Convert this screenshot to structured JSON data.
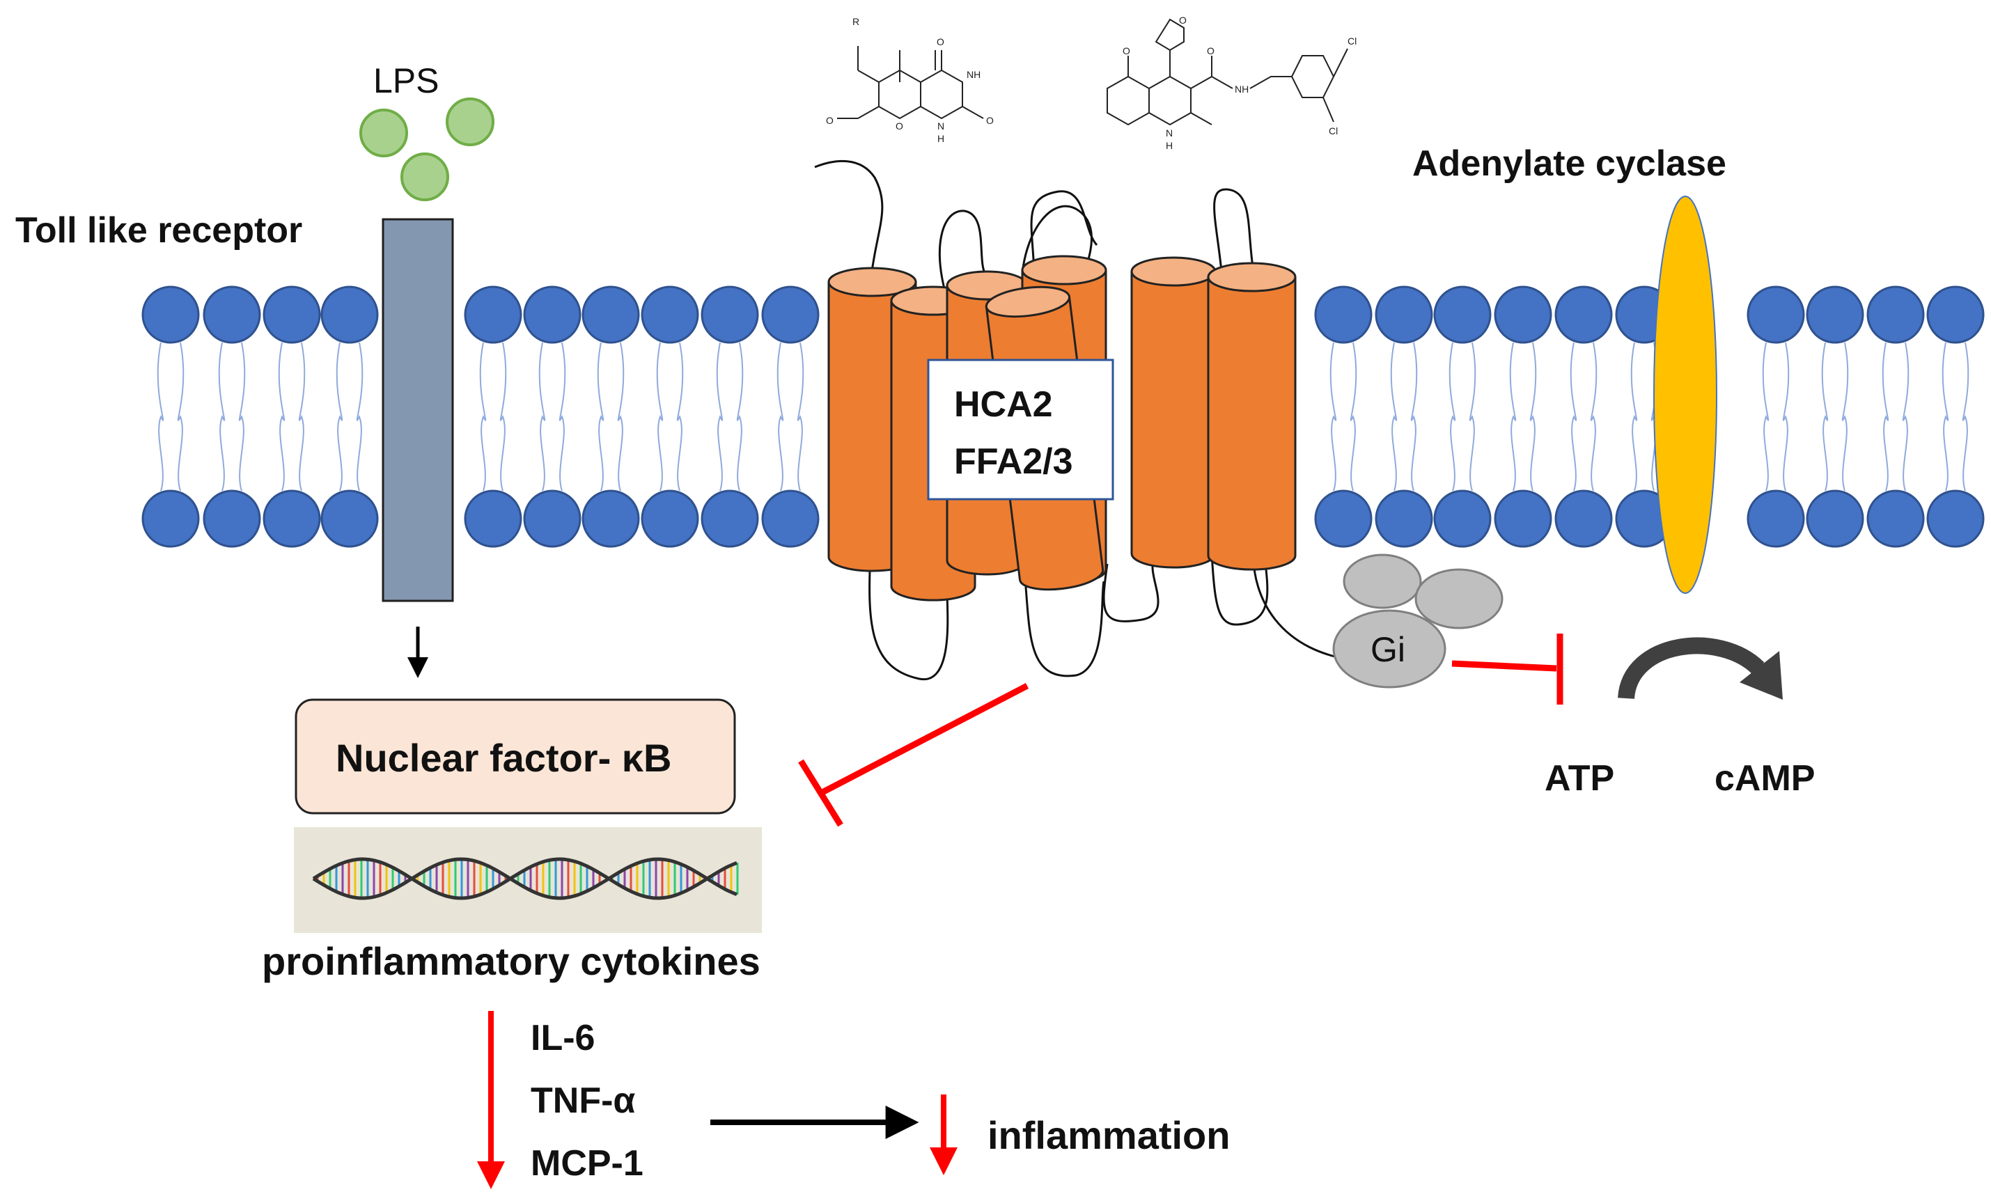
{
  "labels": {
    "lps": "LPS",
    "toll_like_receptor": "Toll like receptor",
    "hca2": "HCA2",
    "ffa": "FFA2/3",
    "adenylate_cyclase": "Adenylate cyclase",
    "gi": "Gi",
    "nfkb": "Nuclear factor- κB",
    "proinflammatory": "proinflammatory cytokines",
    "il6": "IL-6",
    "tnf": "TNF-α",
    "mcp1": "MCP-1",
    "inflammation": "inflammation",
    "atp": "ATP",
    "camp": "cAMP"
  },
  "chemical_labels": {
    "r_group": "R",
    "o": "O",
    "nh": "NH",
    "n_h": "N",
    "h": "H",
    "cl": "Cl"
  },
  "colors": {
    "lipid_head": "#4472C4",
    "lipid_head_stroke": "#2F528F",
    "receptor_orange": "#ED7D31",
    "receptor_orange_top": "#F4B183",
    "tlr_gray_blue": "#8497B0",
    "lps_green": "#A9D18E",
    "lps_green_stroke": "#70AD47",
    "adenylate_yellow": "#FFC000",
    "gprotein_gray": "#BFBFBF",
    "nfkb_box": "#FBE5D6",
    "inhibit_red": "#FF0000",
    "arrow_black": "#000000",
    "curved_arrow": "#404040"
  }
}
